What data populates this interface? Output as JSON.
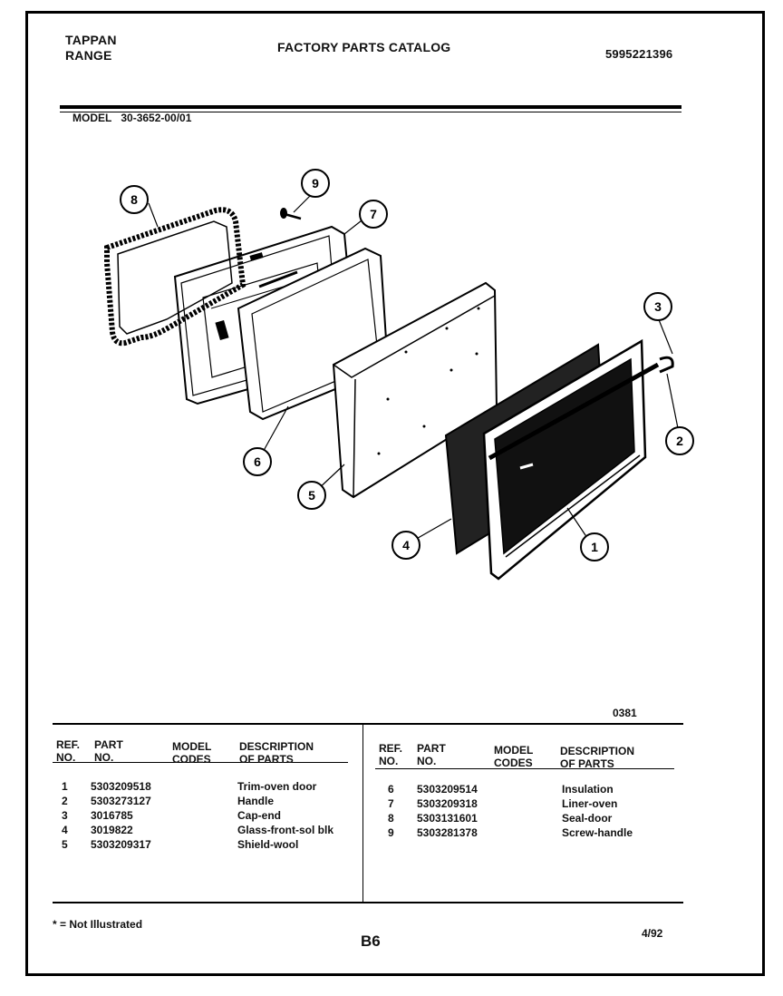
{
  "header": {
    "brand_line1": "TAPPAN",
    "brand_line2": "RANGE",
    "catalog_title": "FACTORY PARTS CATALOG",
    "catalog_number": "5995221396"
  },
  "model": {
    "label": "MODEL",
    "number": "30-3652-00/01"
  },
  "diagram": {
    "callouts": [
      "1",
      "2",
      "3",
      "4",
      "5",
      "6",
      "7",
      "8",
      "9"
    ]
  },
  "illustration_code": "0381",
  "table": {
    "left_headers": {
      "ref": [
        "REF.",
        "NO."
      ],
      "part": [
        "PART",
        "NO."
      ],
      "model": [
        "MODEL",
        "CODES"
      ],
      "desc": [
        "DESCRIPTION",
        "OF PARTS"
      ]
    },
    "right_headers": {
      "ref": [
        "REF.",
        "NO."
      ],
      "part": [
        "PART",
        "NO."
      ],
      "model": [
        "MODEL",
        "CODES"
      ],
      "desc": [
        "DESCRIPTION",
        "OF PARTS"
      ]
    },
    "left_rows": [
      {
        "ref": "1",
        "part": "5303209518",
        "desc": "Trim-oven door"
      },
      {
        "ref": "2",
        "part": "5303273127",
        "desc": "Handle"
      },
      {
        "ref": "3",
        "part": "3016785",
        "desc": "Cap-end"
      },
      {
        "ref": "4",
        "part": "3019822",
        "desc": "Glass-front-sol blk"
      },
      {
        "ref": "5",
        "part": "5303209317",
        "desc": "Shield-wool"
      }
    ],
    "right_rows": [
      {
        "ref": "6",
        "part": "5303209514",
        "desc": "Insulation"
      },
      {
        "ref": "7",
        "part": "5303209318",
        "desc": "Liner-oven"
      },
      {
        "ref": "8",
        "part": "5303131601",
        "desc": "Seal-door"
      },
      {
        "ref": "9",
        "part": "5303281378",
        "desc": "Screw-handle"
      }
    ]
  },
  "footer": {
    "note": "* = Not Illustrated",
    "page": "B6",
    "date": "4/92"
  }
}
